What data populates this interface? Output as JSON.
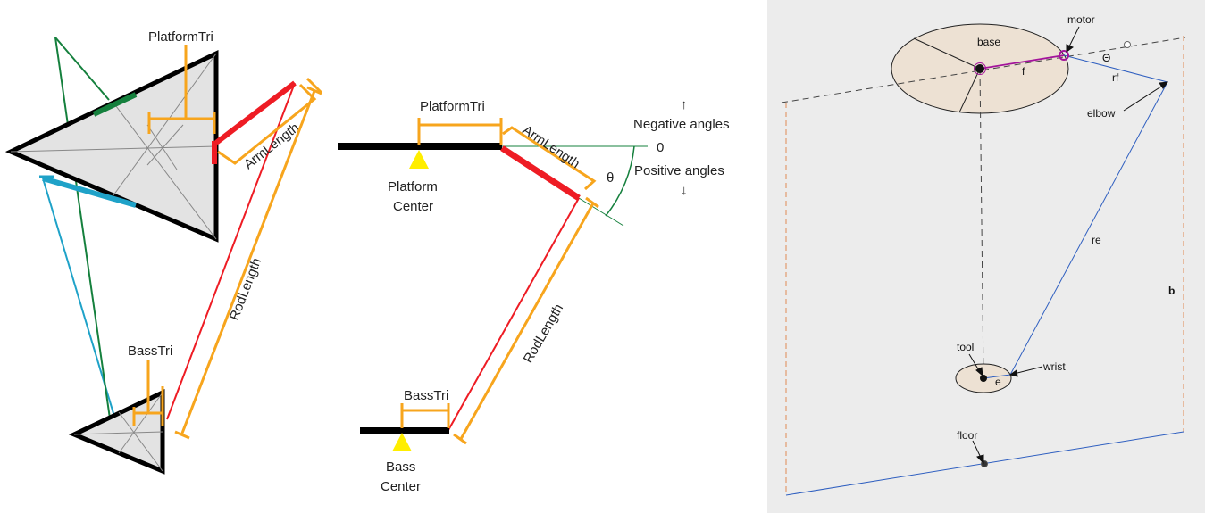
{
  "left_diagram": {
    "platform_tri": "PlatformTri",
    "arm_length": "ArmLength",
    "rod_length": "RodLength",
    "bass_tri": "BassTri"
  },
  "side_diagram": {
    "platform_tri": "PlatformTri",
    "arm_length": "ArmLength",
    "rod_length": "RodLength",
    "bass_tri": "BassTri",
    "platform_center_line1": "Platform",
    "platform_center_line2": "Center",
    "bass_center_line1": "Bass",
    "bass_center_line2": "Center",
    "theta": "θ",
    "zero": "0",
    "negative_angles": "Negative angles",
    "positive_angles": "Positive angles",
    "arrow_up": "↑",
    "arrow_down": "↓"
  },
  "right_diagram": {
    "motor": "motor",
    "base": "base",
    "f": "f",
    "theta": "Θ",
    "rf": "rf",
    "elbow": "elbow",
    "re": "re",
    "b": "b",
    "tool": "tool",
    "wrist": "wrist",
    "e": "e",
    "floor": "floor"
  },
  "colors": {
    "black": "#000000",
    "orange": "#f7a51d",
    "red": "#ee1c24",
    "green": "#15803d",
    "blue": "#1fa2c8",
    "yellow": "#ffee00",
    "panel_gray": "#ececec",
    "ellipse_fill": "#ede1d3",
    "line_blue": "#2f5fc0",
    "magenta": "#a3139b",
    "dash_orange": "#e08a55"
  }
}
